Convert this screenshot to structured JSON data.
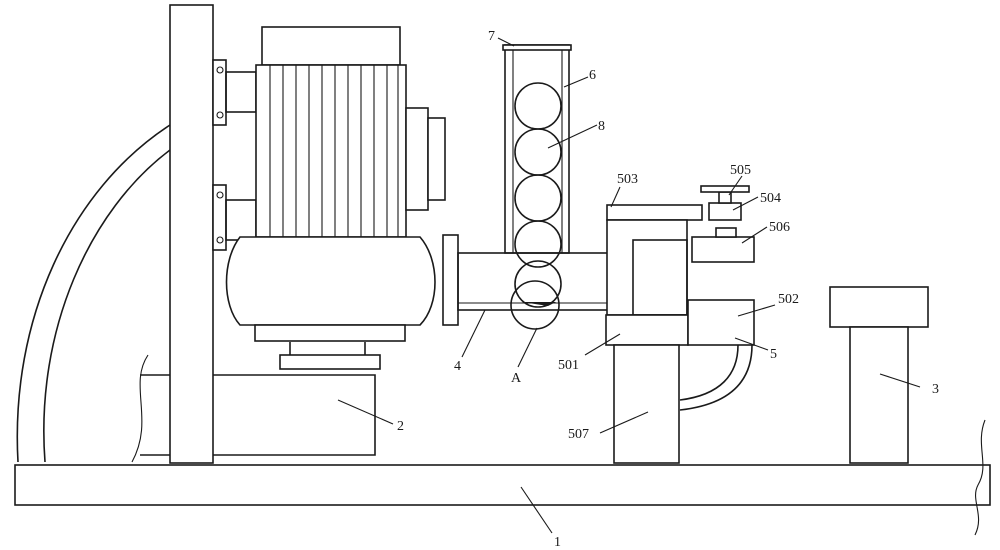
{
  "diagram": {
    "type": "patent-mechanical-drawing",
    "labels": {
      "base": "1",
      "motor_housing": "2",
      "right_support": "3",
      "feed_tube": "4",
      "clamp_block": "5",
      "hopper": "6",
      "hopper_cap": "7",
      "ball": "8",
      "lower_block": "501",
      "side_box": "502",
      "top_plate": "503",
      "screw_nut": "504",
      "handwheel": "505",
      "press_block": "506",
      "support_column": "507",
      "detail_a": "A"
    },
    "colors": {
      "line": "#1a1a1a",
      "background": "#ffffff"
    }
  }
}
